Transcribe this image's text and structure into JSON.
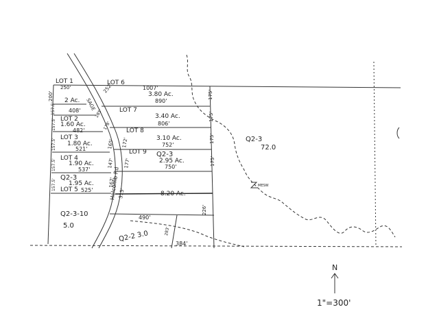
{
  "lots": {
    "lot1": "LOT 1",
    "lot6": "LOT 6",
    "lot7": "LOT 7",
    "lot8": "LOT 8",
    "lot9": "LOT 9",
    "lot2": "LOT 2",
    "lot3": "LOT 3",
    "lot4": "LOT 4",
    "lot5": "LOT 5"
  },
  "acreage": {
    "a1": "2 Ac.",
    "a6": "3.80 Ac.",
    "a7": "3.40 Ac.",
    "a8": "3.10 Ac.",
    "a9": "2.95 Ac.",
    "a2": "1.60 Ac.",
    "a3": "1.80 Ac.",
    "a4": "1.90 Ac.",
    "a5": "1.95 Ac.",
    "a_road": "8.20 Ac."
  },
  "parcels": {
    "q23_main": "Q2-3",
    "q23_main_area": "72.0",
    "q23_mid": "Q2-3",
    "q23_left": "Q2-3",
    "q2310": "Q2-3-10",
    "q2310_area": "5.0",
    "q22": "Q2-2 3.0"
  },
  "dimensions": {
    "d250": "250'",
    "d1007": "1007'",
    "d890": "890'",
    "d806": "806'",
    "d752": "752'",
    "d750": "750'",
    "d408": "408'",
    "d482": "482'",
    "d521": "521'",
    "d537": "537'",
    "d525": "525'",
    "d490": "490'",
    "d384": "384'",
    "d175a": "175'",
    "d175b": "175'",
    "d175c": "175'",
    "d175d": "175'",
    "d226": "226'",
    "d200": "200'",
    "d157a": "157.5'",
    "d157b": "157.5'",
    "d157c": "157.5'",
    "d157d": "157.5'",
    "d157e": "157.5'",
    "d165": "165'",
    "d147": "147'",
    "d172": "172'",
    "d177": "177'",
    "d162": "162'",
    "d178": "178'",
    "d285": "285'",
    "d315": "315'",
    "d252": "252'",
    "d283": "283'"
  },
  "road": {
    "name": "SAGE",
    "name2": "Holcomb Rd"
  },
  "markers": {
    "mesw": "MESW",
    "north": "N",
    "scale": "1\"=300'"
  }
}
